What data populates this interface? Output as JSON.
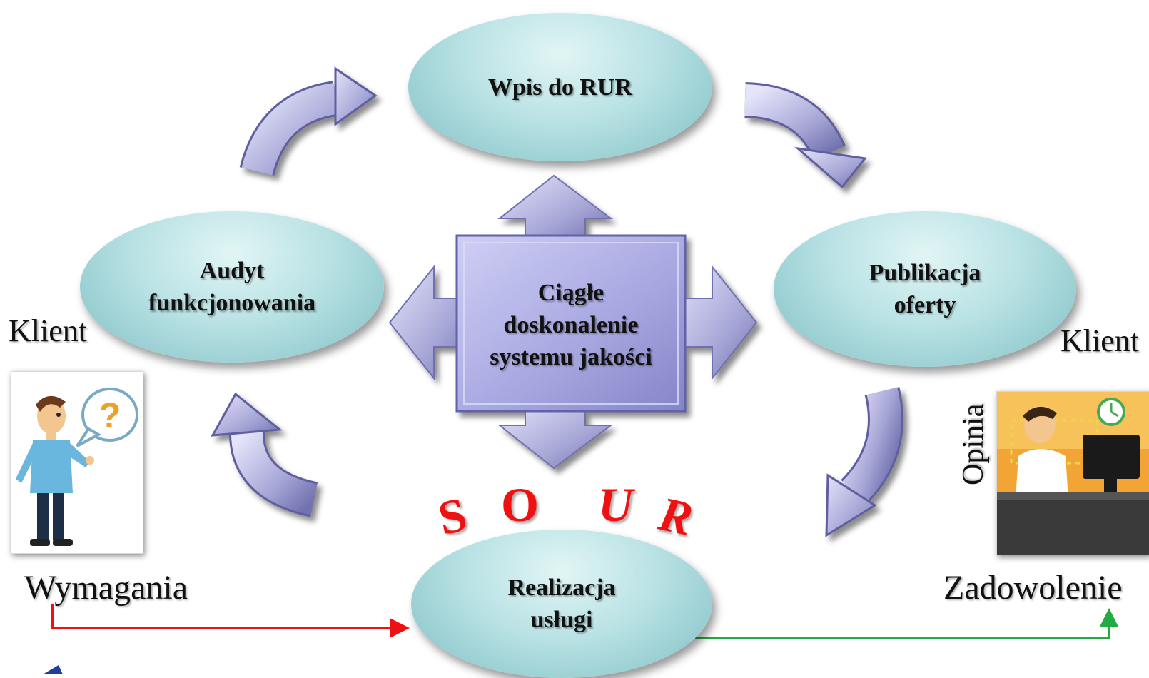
{
  "center": {
    "label": "Ciągłe\ndoskonalenie\nsystemu jakości"
  },
  "nodes": {
    "wpis": "Wpis do RUR",
    "publikacja": "Publikacja\noferty",
    "realizacja": "Realizacja\nusługi",
    "audyt": "Audyt\nfunkcjonowania"
  },
  "sour": [
    "S",
    "O",
    "U",
    "R"
  ],
  "left_side": {
    "klient": "Klient",
    "wymagania": "Wymagania",
    "question_mark": "?"
  },
  "right_side": {
    "klient": "Klient",
    "zadowolenie": "Zadowolenie",
    "opinia": "Opinia"
  },
  "colors": {
    "oval": "#b9e2e4",
    "center_block": "#b3b3e8",
    "cycle_arrow": "#b0b0dc",
    "sour": "#ee1111",
    "requirements_arrow": "#ee1111",
    "satisfaction_arrow": "#22aa44"
  },
  "icons": [
    "question-person-icon",
    "office-worker-icon",
    "clock-icon"
  ]
}
